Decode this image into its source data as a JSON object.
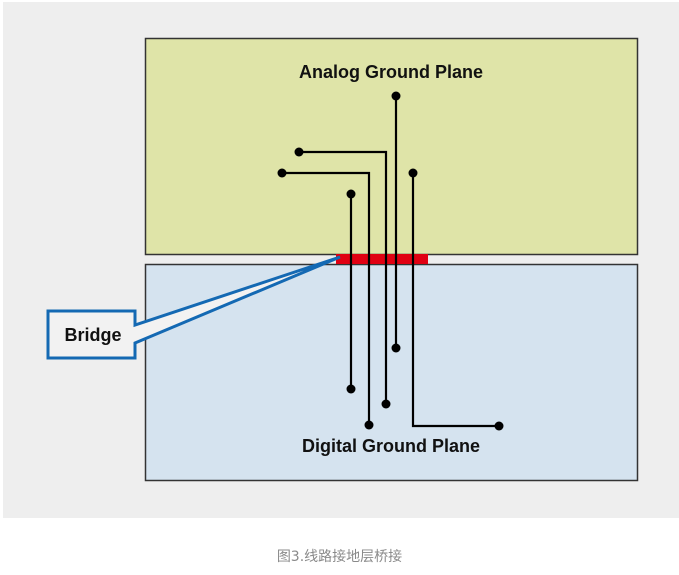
{
  "diagram": {
    "analog_plane": {
      "label": "Analog Ground Plane",
      "color": "#dfe4a8"
    },
    "digital_plane": {
      "label": "Digital Ground Plane",
      "color": "#d5e3ef"
    },
    "bridge": {
      "label": "Bridge",
      "color": "#e00012",
      "callout_color": "#1469b3"
    },
    "trace_color": "#000000",
    "trace_count": 5
  },
  "caption": "图3.线路接地层桥接"
}
